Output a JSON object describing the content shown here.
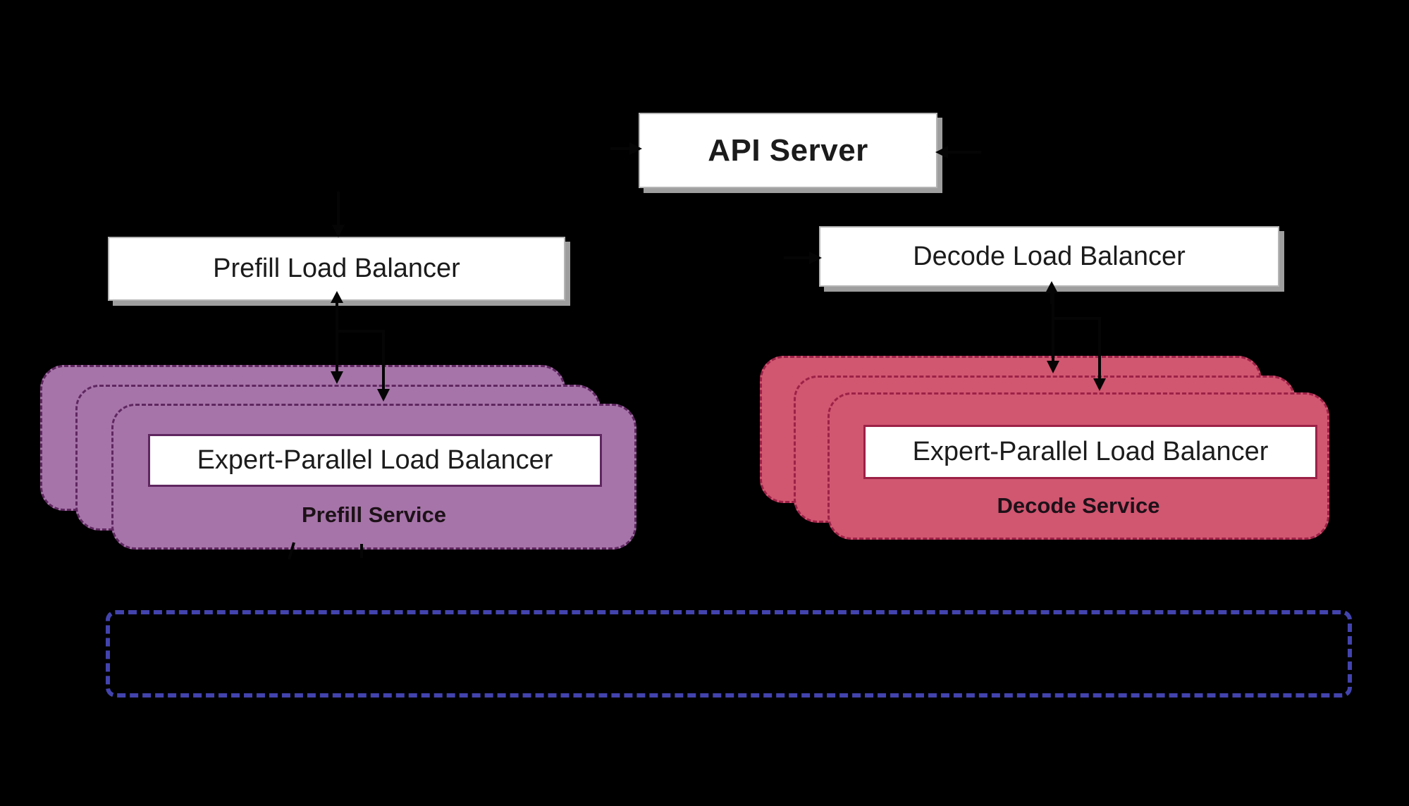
{
  "nodes": {
    "api_server": {
      "label": "API Server"
    },
    "prefill_lb": {
      "label": "Prefill Load Balancer"
    },
    "decode_lb": {
      "label": "Decode Load Balancer"
    },
    "prefill_service": {
      "title": "Prefill Service",
      "inner_label": "Expert-Parallel Load Balancer",
      "replica_cards": 3,
      "fill": "#a674a9",
      "stroke": "#5f2760"
    },
    "decode_service": {
      "title": "Decode Service",
      "inner_label": "Expert-Parallel Load Balancer",
      "replica_cards": 3,
      "fill": "#d15670",
      "stroke": "#9c2147"
    },
    "scope_box": {
      "stroke": "#4343ae",
      "label": ""
    }
  },
  "colors": {
    "background": "#000000",
    "node_fill": "#ffffff",
    "node_border": "#b5b5b5",
    "node_shadow": "#9e9e9e",
    "text": "#1b1b1b",
    "connector": "#050505"
  }
}
